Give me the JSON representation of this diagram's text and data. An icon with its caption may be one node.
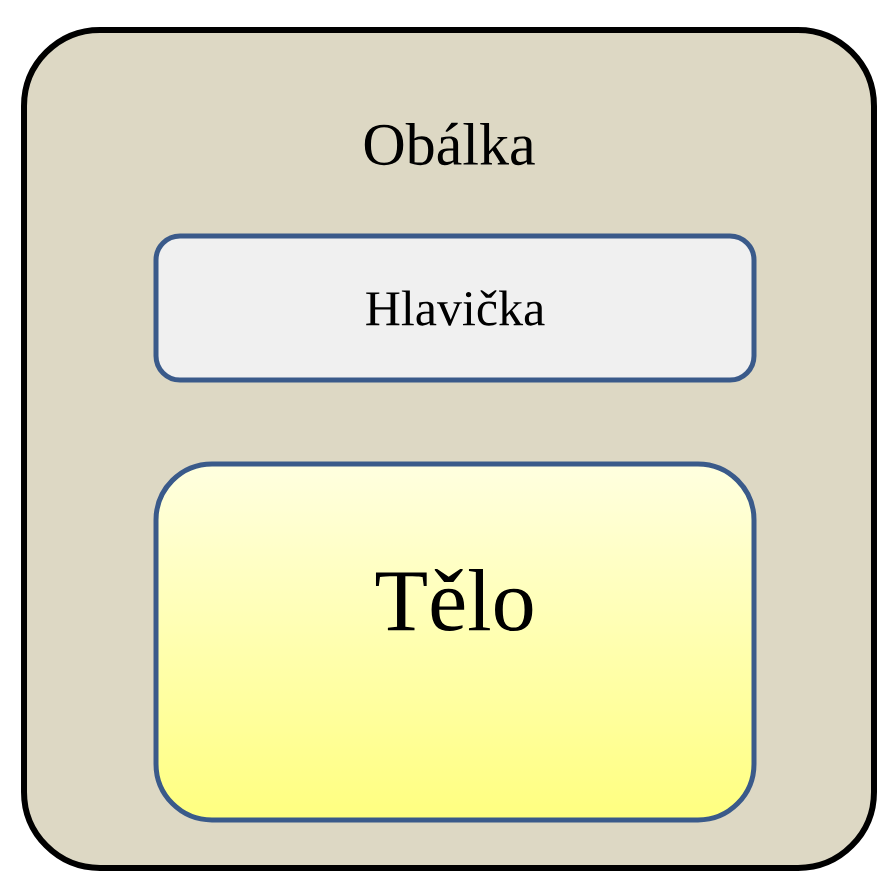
{
  "diagram": {
    "nodes": [
      {
        "text": [
          "Obálka"
        ]
      },
      {
        "text": [
          "Hlavička"
        ],
        "in": 0
      },
      {
        "text": [
          "Tělo"
        ],
        "in": 0
      }
    ]
  }
}
